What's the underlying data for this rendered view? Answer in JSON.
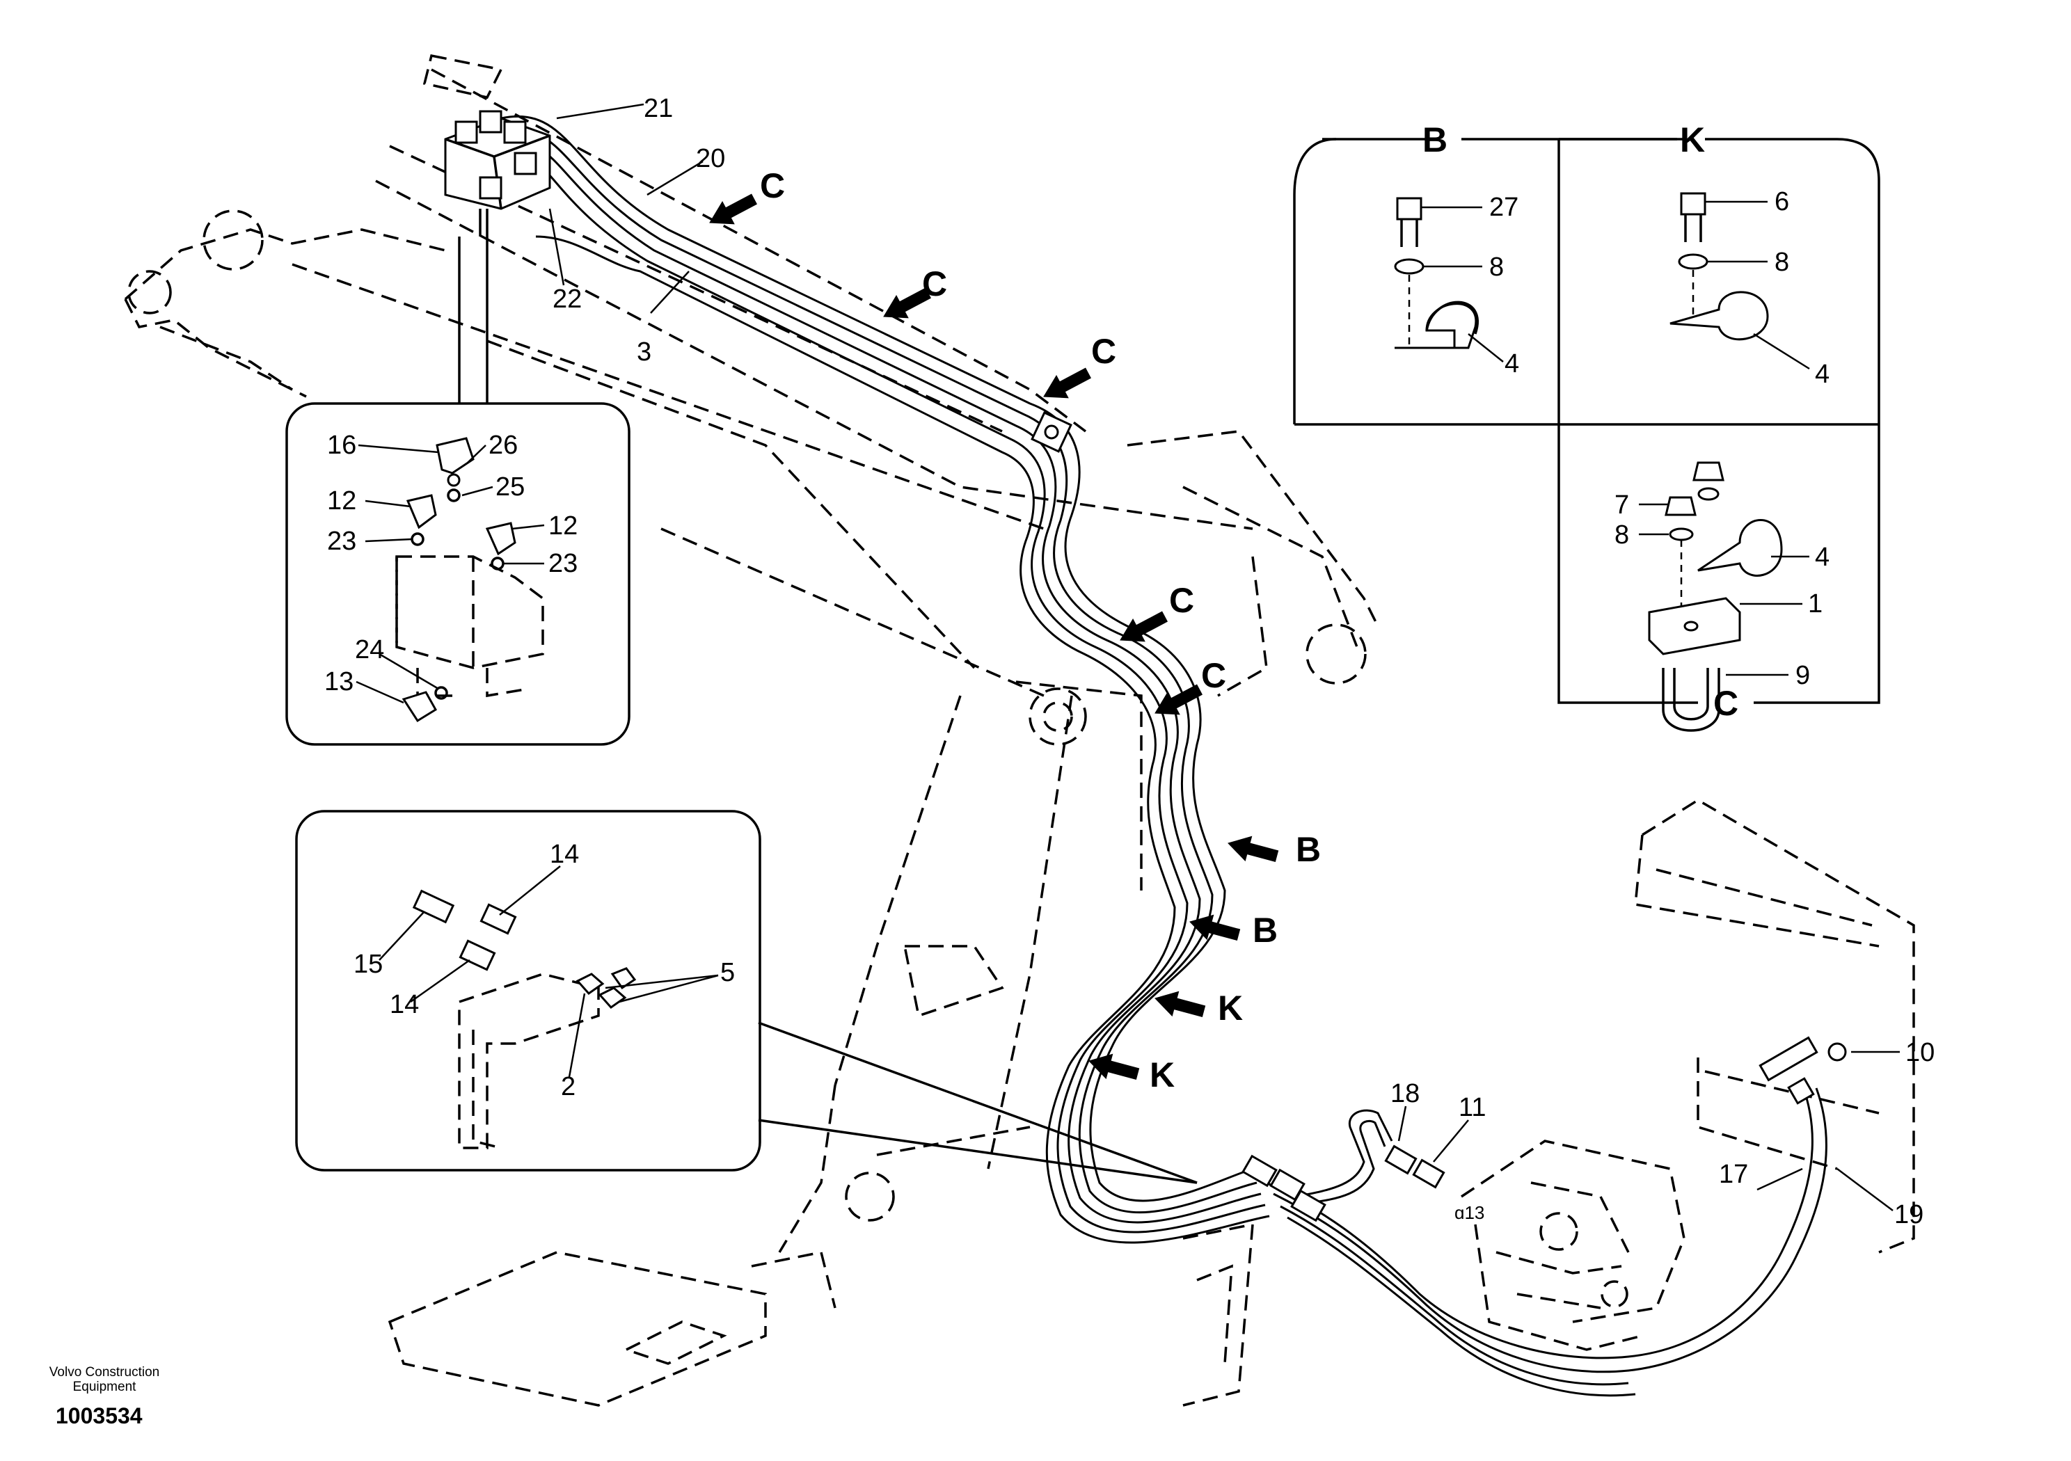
{
  "footer": {
    "brand_line1": "Volvo Construction",
    "brand_line2": "Equipment",
    "drawing_number": "1003534"
  },
  "view_letters": {
    "B": "B",
    "K": "K",
    "C": "C"
  },
  "detail_views": {
    "B": {
      "title": "B",
      "labels": [
        "27",
        "8",
        "4"
      ]
    },
    "K": {
      "title": "K",
      "labels": [
        "6",
        "8",
        "4"
      ]
    },
    "C": {
      "title": "C",
      "labels": [
        "7",
        "8",
        "4",
        "1",
        "9"
      ]
    }
  },
  "callouts": {
    "valve_inset": [
      "16",
      "26",
      "25",
      "12",
      "12",
      "23",
      "23",
      "24",
      "13"
    ],
    "fitting_inset": [
      "14",
      "15",
      "14",
      "5",
      "2"
    ],
    "main": [
      "21",
      "20",
      "22",
      "3",
      "18",
      "11",
      "10",
      "17",
      "19"
    ]
  },
  "arrow_markers": [
    "C",
    "C",
    "C",
    "C",
    "C",
    "B",
    "B",
    "K",
    "K"
  ],
  "icons": [
    "section-arrow-icon"
  ]
}
